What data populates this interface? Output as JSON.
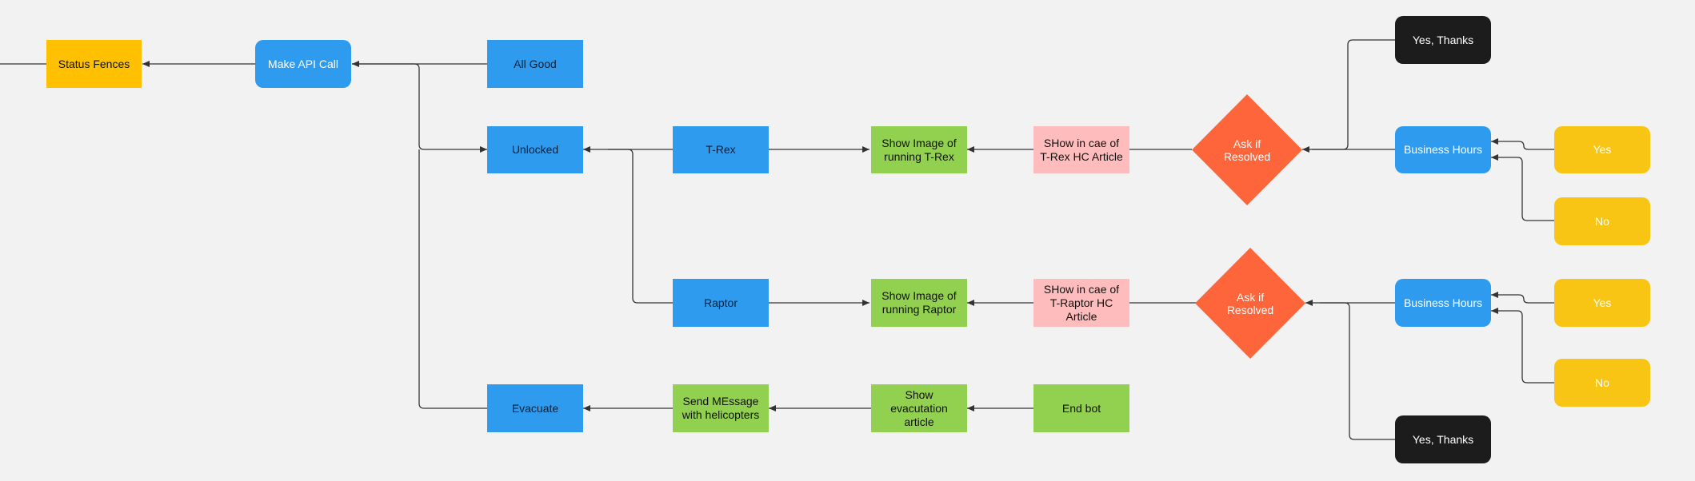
{
  "diagram": {
    "colors": {
      "background": "#f2f2f2",
      "blue": "#2f9bef",
      "green": "#92d050",
      "pink": "#ffbcbc",
      "yellow": "#ffc000",
      "gold": "#f9c515",
      "black": "#1c1c1c",
      "orange": "#ff653a",
      "edge": "#333333"
    },
    "nodes": {
      "status_fences": "Status Fences",
      "make_api_call": "Make API Call",
      "all_good": "All Good",
      "unlocked": "Unlocked",
      "evacuate": "Evacuate",
      "t_rex": "T-Rex",
      "raptor": "Raptor",
      "send_message": "Send MEssage with helicopters",
      "show_image_trex": "Show Image of running T-Rex",
      "show_image_raptor": "Show Image of running Raptor",
      "show_evacuation": "Show evacutation article",
      "show_hc_trex": "SHow in cae of T-Rex HC Article",
      "show_hc_raptor": "SHow in cae of T-Raptor HC Article",
      "end_bot": "End bot",
      "ask_resolved_1": "Ask if Resolved",
      "ask_resolved_2": "Ask if Resolved",
      "business_hours_1": "Business Hours",
      "business_hours_2": "Business Hours",
      "yes_thanks_1": "Yes, Thanks",
      "yes_thanks_2": "Yes, Thanks",
      "yes_1": "Yes",
      "no_1": "No",
      "yes_2": "Yes",
      "no_2": "No"
    }
  }
}
